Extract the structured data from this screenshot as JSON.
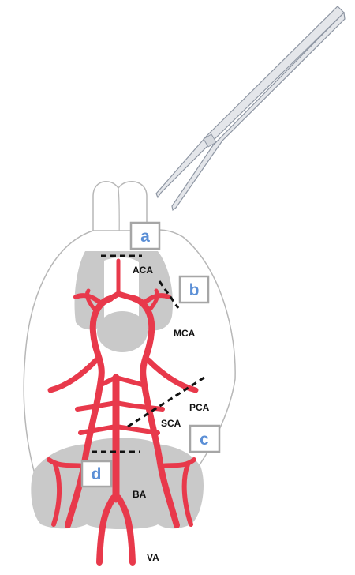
{
  "colors": {
    "vessel": "#e8394b",
    "brain_outline": "#b7b7b7",
    "brain_region": "#c9c9c9",
    "label_box_border": "#a6a6a6",
    "label_box_text": "#5b8fd6",
    "cut_line": "#111111",
    "tweezers_fill": "#e4e6ea",
    "tweezers_outline": "#8e96a3"
  },
  "icons": {
    "tool": "tweezers-icon"
  },
  "site_labels": {
    "a": "a",
    "b": "b",
    "c": "c",
    "d": "d"
  },
  "artery_labels": {
    "aca": "ACA",
    "mca": "MCA",
    "pca": "PCA",
    "sca": "SCA",
    "ba": "BA",
    "va": "VA"
  }
}
